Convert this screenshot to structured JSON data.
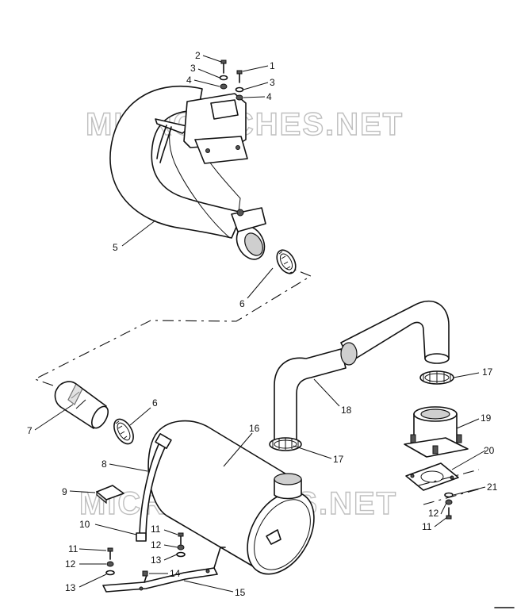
{
  "watermarks": [
    "MICROFICHES.NET",
    "MICROFICHES.NET"
  ],
  "callouts": {
    "c1": "1",
    "c2": "2",
    "c3a": "3",
    "c3b": "3",
    "c4a": "4",
    "c4b": "4",
    "c5": "5",
    "c6a": "6",
    "c6b": "6",
    "c7": "7",
    "c8": "8",
    "c9": "9",
    "c10": "10",
    "c11a": "11",
    "c11b": "11",
    "c11c": "11",
    "c12a": "12",
    "c12b": "12",
    "c12c": "12",
    "c13a": "13",
    "c13b": "13",
    "c14": "14",
    "c15": "15",
    "c16": "16",
    "c17a": "17",
    "c17b": "17",
    "c18": "18",
    "c19": "19",
    "c20": "20",
    "c21": "21"
  }
}
